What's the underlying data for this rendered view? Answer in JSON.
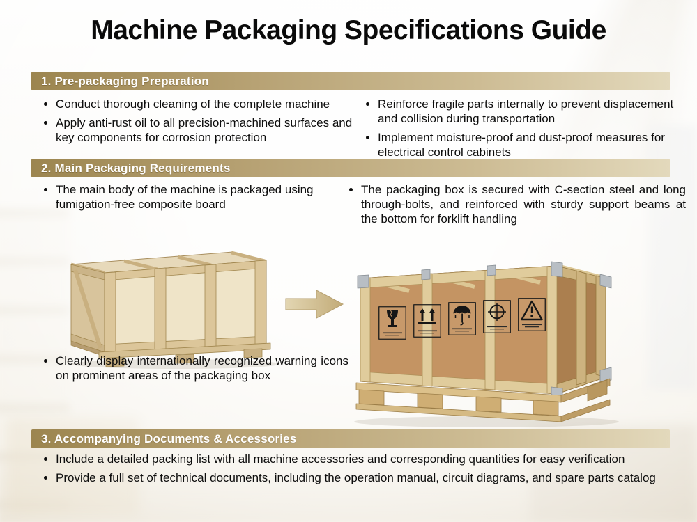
{
  "title": "Machine Packaging Specifications Guide",
  "sections": {
    "prep": {
      "heading": "1. Pre-packaging Preparation",
      "left": [
        "Conduct thorough cleaning of the complete machine",
        "Apply anti-rust oil to all precision-machined surfaces and key components for corrosion protection"
      ],
      "right": [
        "Reinforce fragile parts internally to prevent displacement and collision during transportation",
        "Implement moisture-proof and dust-proof measures for electrical control cabinets"
      ]
    },
    "main": {
      "heading": "2. Main Packaging Requirements",
      "left": "The main body of the machine is packaged using fumigation-free composite board",
      "right": "The packaging box is secured with C-section steel and long through-bolts, and reinforced with sturdy support beams at the bottom for forklift handling",
      "bottom_left": "Clearly display internationally recognized warning icons on prominent areas of the packaging box"
    },
    "docs": {
      "heading": "3. Accompanying Documents & Accessories",
      "bullets": [
        "Include a detailed packing list with all machine accessories and corresponding quantities for easy verification",
        "Provide a full set of technical documents, including the operation manual, circuit diagrams, and spare parts catalog"
      ]
    }
  },
  "illustrations": {
    "left_crate": "plywood shipping crate on pallet",
    "right_crate": "packed crate with international warning icons",
    "arrow": "transformation arrow pointing right",
    "warning_icons": [
      "fragile",
      "this-way-up",
      "keep-dry",
      "center-of-gravity",
      "caution"
    ]
  },
  "colors": {
    "header_gradient_start": "#9c854f",
    "header_gradient_end": "#e3d9bc",
    "header_text": "#ffffff",
    "body_text": "#0d0d0d",
    "plywood": "#efe4c8",
    "cardboard": "#c49463",
    "wood_batten": "#dcc69a"
  }
}
